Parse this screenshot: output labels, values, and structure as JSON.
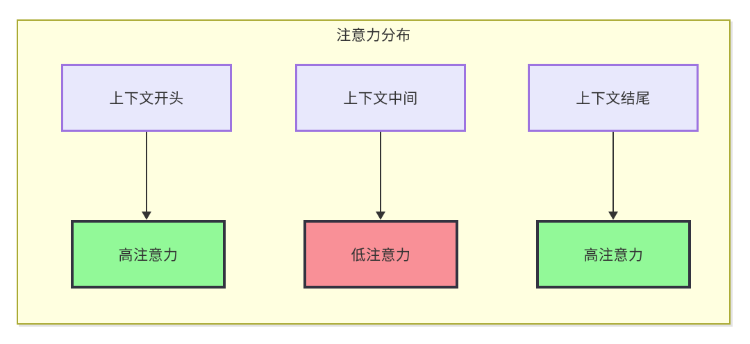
{
  "diagram": {
    "title": "注意力分布",
    "frame": {
      "fill_color": "#ffffe0",
      "border_color": "#aaaa33"
    },
    "context_nodes": [
      {
        "id": "context-start",
        "label": "上下文开头",
        "fill_color": "#e8e8fc",
        "border_color": "#9d74e0"
      },
      {
        "id": "context-middle",
        "label": "上下文中间",
        "fill_color": "#e8e8fc",
        "border_color": "#9d74e0"
      },
      {
        "id": "context-end",
        "label": "上下文结尾",
        "fill_color": "#e8e8fc",
        "border_color": "#9d74e0"
      }
    ],
    "attention_nodes": [
      {
        "id": "attention-high-start",
        "label": "高注意力",
        "level": "high",
        "fill_color": "#92f998",
        "border_color": "#333340"
      },
      {
        "id": "attention-low-middle",
        "label": "低注意力",
        "level": "low",
        "fill_color": "#f99097",
        "border_color": "#333340"
      },
      {
        "id": "attention-high-end",
        "label": "高注意力",
        "level": "high",
        "fill_color": "#92f998",
        "border_color": "#333340"
      }
    ],
    "edges": [
      {
        "from": "上下文开头",
        "to": "高注意力",
        "arrow": "arrow-down-icon"
      },
      {
        "from": "上下文中间",
        "to": "低注意力",
        "arrow": "arrow-down-icon"
      },
      {
        "from": "上下文结尾",
        "to": "高注意力",
        "arrow": "arrow-down-icon"
      }
    ]
  }
}
